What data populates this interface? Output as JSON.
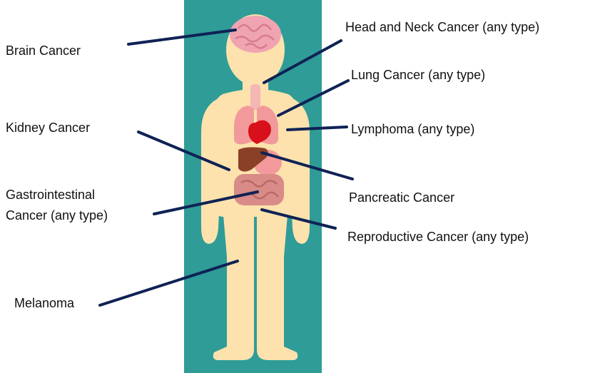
{
  "colors": {
    "background": "#ffffff",
    "panel": "#2f9c97",
    "skin": "#fde2ad",
    "brain": "#f0a4b2",
    "organs": "#f29a9b",
    "heart": "#d8101b",
    "liver": "#8a4026",
    "intestine": "#d98b87",
    "leader_line": "#0f2255"
  },
  "labels": {
    "brain": "Brain Cancer",
    "head_neck": "Head and Neck Cancer (any type)",
    "lung": "Lung Cancer (any type)",
    "lymphoma": "Lymphoma (any type)",
    "kidney": "Kidney Cancer",
    "gastro_line1": "Gastrointestinal",
    "gastro_line2": "Cancer (any type)",
    "pancreatic": "Pancreatic Cancer",
    "reproductive": "Reproductive Cancer (any type)",
    "melanoma": "Melanoma"
  }
}
